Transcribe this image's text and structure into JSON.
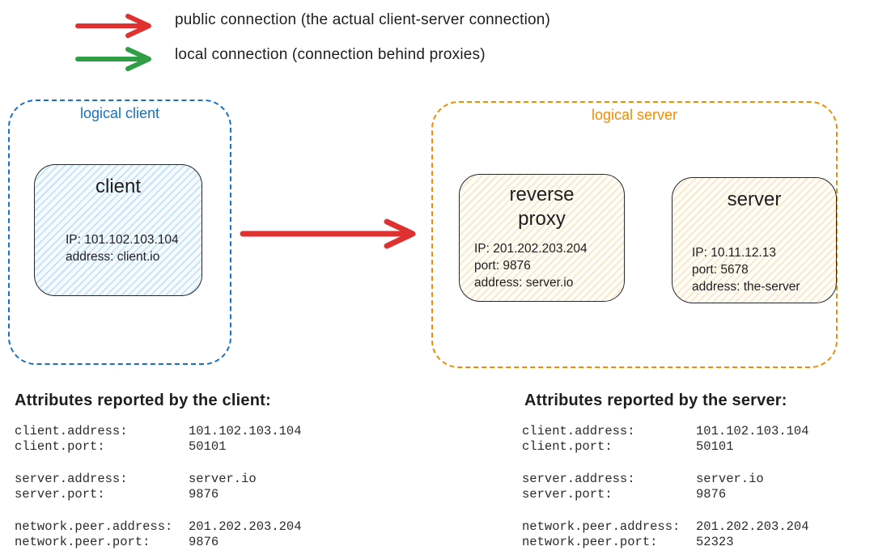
{
  "legend": {
    "items": [
      {
        "name": "public-connection",
        "color": "#e03131",
        "label": "public connection (the actual client-server connection)"
      },
      {
        "name": "local-connection",
        "color": "#2f9e44",
        "label": "local connection (connection behind proxies)"
      }
    ]
  },
  "diagram": {
    "logical_client": {
      "label": "logical client",
      "accent": "#1971c2",
      "client": {
        "title": "client",
        "details": [
          "IP: 101.102.103.104",
          "address: client.io"
        ]
      }
    },
    "connection_arrow": {
      "type": "public connection",
      "color": "#e03131"
    },
    "logical_server": {
      "label": "logical server",
      "accent": "#f08c00",
      "reverse_proxy": {
        "title_lines": [
          "reverse",
          "proxy"
        ],
        "details": [
          "IP: 201.202.203.204",
          "port: 9876",
          "address: server.io"
        ]
      },
      "server": {
        "title": "server",
        "details": [
          "IP: 10.11.12.13",
          "port: 5678",
          "address: the-server"
        ]
      }
    }
  },
  "client_attributes": {
    "title": "Attributes reported by the client:",
    "groups": [
      {
        "rows": [
          {
            "key": "client.address:",
            "value": "101.102.103.104"
          },
          {
            "key": "client.port:",
            "value": "50101"
          }
        ]
      },
      {
        "rows": [
          {
            "key": "server.address:",
            "value": "server.io"
          },
          {
            "key": "server.port:",
            "value": "9876"
          }
        ]
      },
      {
        "rows": [
          {
            "key": "network.peer.address:",
            "value": "201.202.203.204"
          },
          {
            "key": "network.peer.port:",
            "value": "9876"
          }
        ]
      }
    ]
  },
  "server_attributes": {
    "title": "Attributes reported by the server:",
    "groups": [
      {
        "rows": [
          {
            "key": "client.address:",
            "value": "101.102.103.104"
          },
          {
            "key": "client.port:",
            "value": "50101"
          }
        ]
      },
      {
        "rows": [
          {
            "key": "server.address:",
            "value": "server.io"
          },
          {
            "key": "server.port:",
            "value": "9876"
          }
        ]
      },
      {
        "rows": [
          {
            "key": "network.peer.address:",
            "value": "201.202.203.204"
          },
          {
            "key": "network.peer.port:",
            "value": "52323"
          }
        ]
      }
    ]
  }
}
